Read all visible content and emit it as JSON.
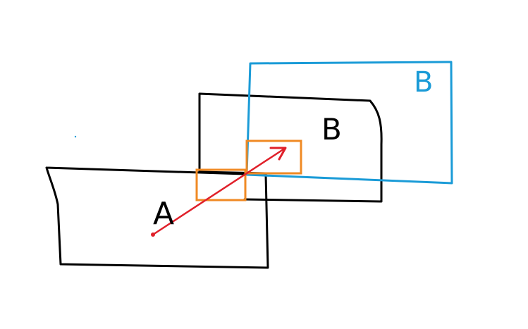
{
  "labels": {
    "rect_a": "A",
    "rect_b": "B",
    "rect_b_moved": "B"
  },
  "colors": {
    "background": "#ffffff",
    "outline": "#000000",
    "moved_outline": "#1a9bd7",
    "overlap": "#f08a24",
    "arrow": "#e0202a"
  }
}
